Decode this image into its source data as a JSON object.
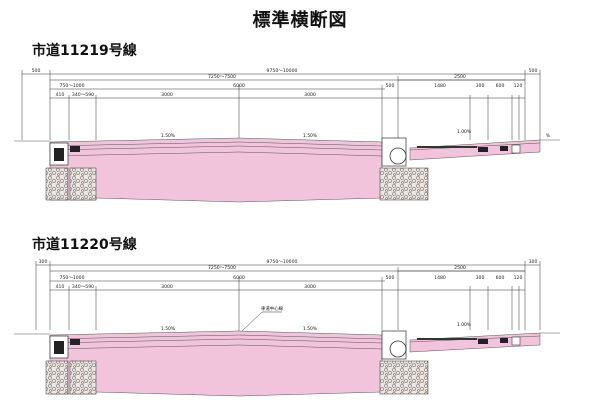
{
  "title": "標準横断図",
  "sections": [
    {
      "name": "市道11219号線",
      "dims": {
        "outer_left": "500",
        "total": "9750～10000",
        "outer_right": "500",
        "left_span": "7250～7500",
        "right_span": "2500",
        "sidewalk": "750～1000",
        "center": "6000",
        "gap": "500",
        "r1": "1480",
        "r2": "300",
        "r3": "600",
        "r4": "120",
        "curb": "410",
        "curb2": "340～590",
        "lane_left": "3000",
        "lane_right": "3000",
        "slope_left": "1.50%",
        "slope_right": "1.50%",
        "slope_walk": "1.00%",
        "edge_pct": "%"
      }
    },
    {
      "name": "市道11220号線",
      "dims": {
        "outer_left": "300",
        "total": "9750～10000",
        "outer_right": "300",
        "left_span": "7250～7500",
        "right_span": "2500",
        "sidewalk": "750～1000",
        "center": "6000",
        "gap": "500",
        "r1": "1480",
        "r2": "300",
        "r3": "600",
        "r4": "120",
        "curb": "410",
        "curb2": "340～590",
        "lane_left": "3000",
        "lane_right": "3000",
        "slope_left": "1.50%",
        "slope_right": "1.50%",
        "slope_walk": "1.00%",
        "centerline_label": "車道中心線"
      }
    }
  ],
  "colors": {
    "pavement": "#f2c4dc",
    "line": "#333333",
    "gravel": "#d8d0c8"
  }
}
